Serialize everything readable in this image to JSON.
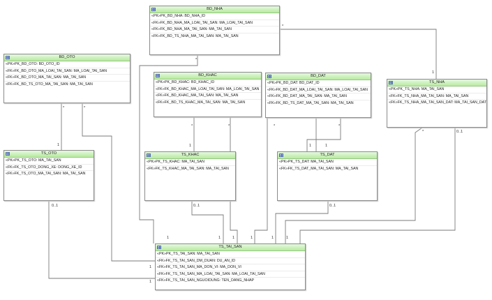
{
  "entities": {
    "bd_nha": {
      "name": "BD_NHA",
      "rows": [
        "«PK»PK_BD_NHA: BD_NHA_ID",
        "«FK»FK_BD_NHA_MA_LOAI_TAI_SAN: MA_LOAI_TAI_SAN",
        "«FK»FK_BD_NHA_MA_TAI_SAN: MA_TAI_SAN",
        "«FK»FK_BD_TS_NHA_MA_TAI_SAN: MA_TAI_SAN"
      ]
    },
    "bd_oto": {
      "name": "BD_OTO",
      "rows": [
        "«PK»PK_BD_OTO: BD_OTO_ID",
        "«FK»FK_BD_OTO_MA_LOAI_TAI_SAN: MA_LOAI_TAI_SAN",
        "«FK»FK_BD_OTO_MA_TAI_SAN: MA_TAI_SAN",
        "«FK»FK_BD_TS_OTO_MA_TAI_SAN: MA_TAI_SAN"
      ]
    },
    "bd_khac": {
      "name": "BD_KHAC",
      "rows": [
        "«PK»PK_BD_KHAC: BD_KHAC_ID",
        "«FK»FK_BD_KHAC_MA_LOAI_TAI_SAN: MA_LOAI_TAI_SAN",
        "«FK»FK_BD_KHAC_MA_TAI_SAN: MA_TAI_SAN",
        "«FK»FK_BD_TS_KHAC_MA_TAI_SAN: MA_TAI_SAN"
      ]
    },
    "bd_dat": {
      "name": "BD_DAT",
      "rows": [
        "«PK»PK_BD_DAT: BD_DAT_ID",
        "«FK»FK_BD_DAT_MA_LOAI_TAI_SAN: MA_LOAI_TAI_SAN",
        "«FK»FK_BD_DAT_MA_TAI_SAN: MA_TAI_SAN",
        "«FK»FK_BD_TS_DAT_MA_TAI_SAN: MA_TAI_SAN"
      ]
    },
    "ts_nha": {
      "name": "TS_NHA",
      "rows": [
        "«PK»PK_TS_NHA: MA_TAI_SAN",
        "«FK»FK_TS_NHA_MA_TAI_SAN: MA_TAI_SAN",
        "«FK»FK_TS_NHA_MA_TAI_SAN_DAT: MA_TAI_SAN_DAT"
      ]
    },
    "ts_oto": {
      "name": "TS_OTO",
      "rows": [
        "«PK»PK_TS_OTO: MA_TAI_SAN",
        "«FK»FK_TS_OTO_DONG_XE: DONG_XE_ID",
        "«FK»FK_TS_OTO_MA_TAI_SAN: MA_TAI_SAN"
      ]
    },
    "ts_khac": {
      "name": "TS_KHAC",
      "rows": [
        "«PK»PK_TS_KHAC: MA_TAI_SAN",
        "«FK»FK_TS_KHAC_MA_TAI_SAN: MA_TAI_SAN"
      ]
    },
    "ts_dat": {
      "name": "TS_DAT",
      "rows": [
        "«PK»PK_TS_DAT: MA_TAI_SAN",
        "«FK»FK_TS_DAT_MA_TAI_SAN: MA_TAI_SAN"
      ]
    },
    "ts_tai_san": {
      "name": "TS_TAI_SAN",
      "rows": [
        "«PK»PK_TS_TAI_SAN: MA_TAI_SAN",
        "«FK»FK_TS_TAI_SAN_DM_DUAN: DU_AN_ID",
        "«FK»FK_TS_TAI_SAN_MA_DON_VI: MA_DON_VI",
        "«FK»FK_TS_TAI_SAN_MA_LOAI_TAI_SAN: MA_LOAI_TAI_SAN",
        "«FK»FK_TS_TAI_SAN_NGUOIDUNG: TEN_DANG_NHAP"
      ]
    }
  },
  "cardinality": {
    "one": "1",
    "many": "*",
    "zero_one": "0..1"
  },
  "colors": {
    "header_top": "#e6f9e0",
    "header_bottom": "#b9ea9f",
    "line": "#7a7a7a"
  }
}
